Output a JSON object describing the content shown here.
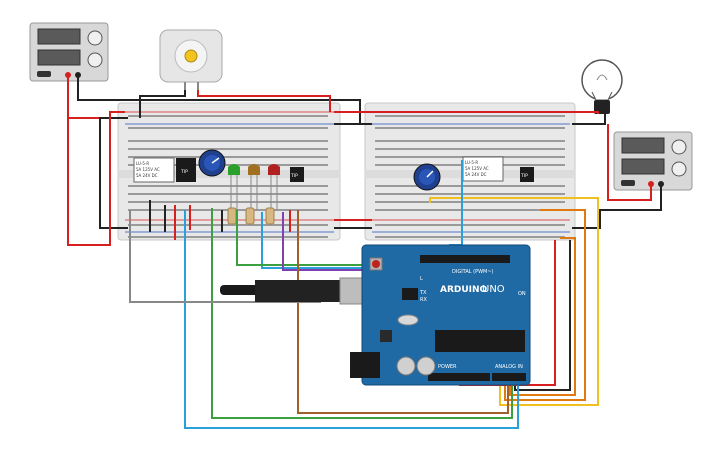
{
  "relay1": {
    "line1": "LU-5-R",
    "line2": "5A 125V AC",
    "line3": "5A 24V DC"
  },
  "relay2": {
    "line1": "LU-5-R",
    "line2": "5A 125V AC",
    "line3": "5A 24V DC"
  },
  "transistor1": "TIP",
  "transistor2": "TIP",
  "transistor3": "TIP",
  "arduino": {
    "brand": "ARDUINO",
    "model": "UNO",
    "digital_label": "DIGITAL (PWM~)",
    "power_label": "POWER",
    "analog_label": "ANALOG IN",
    "on_label": "ON",
    "tx_label": "TX",
    "rx_label": "RX",
    "l_label": "L"
  },
  "colors": {
    "breadboard": "#e8e8e8",
    "arduino_board": "#1f6aa5",
    "wire_red": "#d62020",
    "wire_black": "#222222",
    "wire_orange": "#e07a10",
    "wire_yellow": "#f0c020",
    "wire_blue": "#2aa0d8",
    "wire_green": "#3aa040",
    "wire_purple": "#8040b0",
    "wire_brown": "#a0602a",
    "wire_gray": "#888888",
    "led_green": "#2aa02a",
    "led_yellow": "#a07020",
    "led_red": "#b02020"
  }
}
